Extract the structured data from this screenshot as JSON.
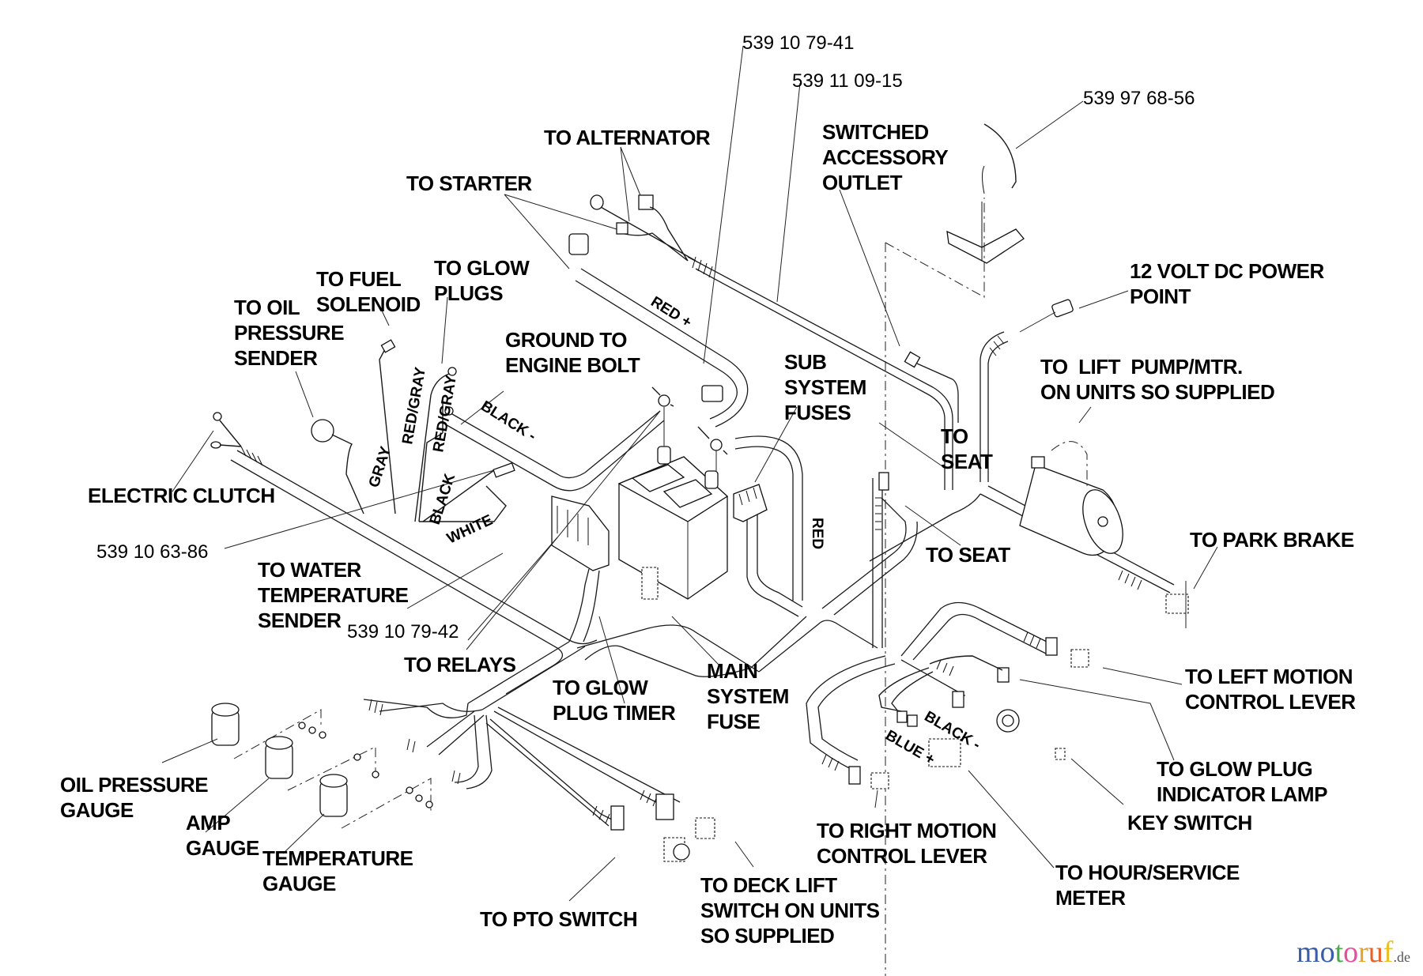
{
  "diagram": {
    "title": "Wiring harness diagram",
    "part_numbers": {
      "harness_main": "539 10 79-41",
      "harness_secondary": "539 11 09-15",
      "accessory_cable": "539 97 68-56",
      "clutch_harness": "539 10 63-86",
      "relay_harness": "539 10 79-42"
    },
    "labels": {
      "to_alternator": "TO ALTERNATOR",
      "to_starter": "TO STARTER",
      "switched_outlet": [
        "SWITCHED",
        "ACCESSORY",
        "OUTLET"
      ],
      "power_point": [
        "12 VOLT DC POWER",
        "POINT"
      ],
      "fuel_solenoid": [
        "TO FUEL",
        "SOLENOID"
      ],
      "glow_plugs": [
        "TO GLOW",
        "PLUGS"
      ],
      "oil_sender": [
        "TO OIL",
        "PRESSURE",
        "SENDER"
      ],
      "ground_bolt": [
        "GROUND TO",
        "ENGINE BOLT"
      ],
      "sub_fuses": [
        "SUB",
        "SYSTEM",
        "FUSES"
      ],
      "lift_pump": [
        "TO  LIFT  PUMP/MTR.",
        "ON UNITS SO SUPPLIED"
      ],
      "to_seat_upper": [
        "TO",
        "SEAT"
      ],
      "electric_clutch": "ELECTRIC CLUTCH",
      "to_seat_lower": "TO SEAT",
      "park_brake": "TO PARK BRAKE",
      "water_sender": [
        "TO WATER",
        "TEMPERATURE",
        "SENDER"
      ],
      "to_relays": "TO RELAYS",
      "left_motion": [
        "TO LEFT MOTION",
        "CONTROL LEVER"
      ],
      "glow_timer": [
        "TO GLOW",
        "PLUG TIMER"
      ],
      "main_fuse": [
        "MAIN",
        "SYSTEM",
        "FUSE"
      ],
      "glow_lamp": [
        "TO GLOW PLUG",
        "INDICATOR LAMP"
      ],
      "oil_gauge": [
        "OIL PRESSURE",
        "GAUGE"
      ],
      "key_switch": "KEY SWITCH",
      "amp_gauge": [
        "AMP",
        "GAUGE"
      ],
      "temp_gauge": [
        "TEMPERATURE",
        "GAUGE"
      ],
      "right_motion": [
        "TO RIGHT MOTION",
        "CONTROL LEVER"
      ],
      "hour_meter": [
        "TO HOUR/SERVICE",
        "METER"
      ],
      "deck_lift": [
        "TO DECK LIFT",
        "SWITCH ON UNITS",
        "SO SUPPLIED"
      ],
      "pto_switch": "TO PTO SWITCH"
    },
    "wire_colors": {
      "red_plus": "RED +",
      "black_minus": "BLACK -",
      "red": "RED",
      "gray": "GRAY",
      "red_gray_1": "RED/GRAY",
      "red_gray_2": "RED/GRAY",
      "black": "BLACK",
      "white": "WHITE",
      "meter_black": "BLACK -",
      "meter_blue": "BLUE +"
    }
  },
  "watermark": {
    "brand": "motoruf",
    "tld": ".de",
    "letter_colors": [
      "#3a5fa8",
      "#3a5fa8",
      "#4ca84c",
      "#e64e9a",
      "#e8a42a",
      "#e8602a",
      "#e8c02a"
    ]
  }
}
